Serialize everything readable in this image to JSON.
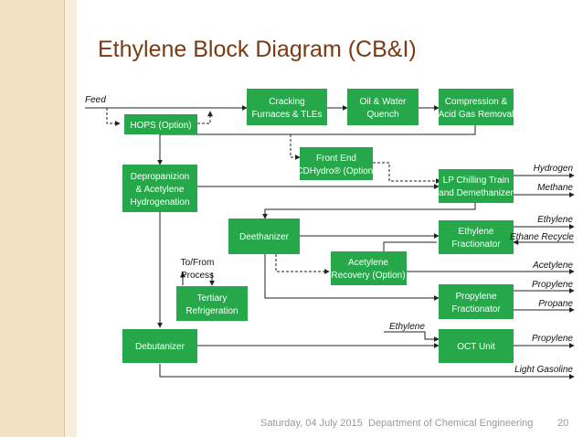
{
  "slide": {
    "title": "Ethylene Block Diagram (CB&I)",
    "date": "Saturday, 04 July 2015",
    "department": "Department of Chemical Engineering",
    "page": "20"
  },
  "diagram": {
    "boxes": {
      "hops": [
        "HOPS (Option)"
      ],
      "cracking": [
        "Cracking",
        "Furnaces & TLEs"
      ],
      "quench": [
        "Oil & Water",
        "Quench"
      ],
      "compression": [
        "Compression &",
        "Acid Gas Removal"
      ],
      "frontend": [
        "Front End",
        "CDHydro® (Option)"
      ],
      "depropanizer": [
        "Depropanizion",
        "& Acetylene",
        "Hydrogenation"
      ],
      "lpchill": [
        "LP Chilling Train",
        "and Demethanizer"
      ],
      "deethanizer": [
        "Deethanizer"
      ],
      "ethylene_frac": [
        "Ethylene",
        "Fractionator"
      ],
      "acetylene_rec": [
        "Acetylene",
        "Recovery (Option)"
      ],
      "tertiary": [
        "Tertiary",
        "Refrigeration"
      ],
      "propylene_frac": [
        "Propylene",
        "Fractionator"
      ],
      "debutanizer": [
        "Debutanizer"
      ],
      "oct": [
        "OCT Unit"
      ]
    },
    "labels": {
      "feed": "Feed",
      "to_from_1": "To/From",
      "to_from_2": "Process",
      "ethylene_in": "Ethylene"
    },
    "outputs": {
      "hydrogen": "Hydrogen",
      "methane": "Methane",
      "ethylene": "Ethylene",
      "ethane_recycle": "Ethane Recycle",
      "acetylene": "Acetylene",
      "propylene_1": "Propylene",
      "propane": "Propane",
      "propylene_2": "Propylene",
      "light_gasoline": "Light Gasoline"
    }
  }
}
